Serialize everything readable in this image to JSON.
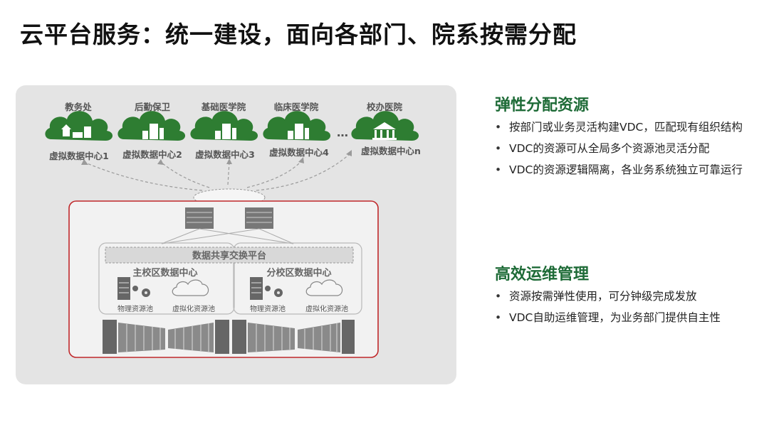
{
  "title": "云平台服务：统一建设，面向各部门、院系按需分配",
  "diagram": {
    "departments": [
      {
        "name": "教务处",
        "vdc": "虚拟数据中心1"
      },
      {
        "name": "后勤保卫",
        "vdc": "虚拟数据中心2"
      },
      {
        "name": "基础医学院",
        "vdc": "虚拟数据中心3"
      },
      {
        "name": "临床医学院",
        "vdc": "虚拟数据中心4"
      },
      {
        "name": "校办医院",
        "vdc": "虚拟数据中心n"
      }
    ],
    "ellipsis": "…",
    "exchange_platform": "数据共享交换平台",
    "centers": [
      {
        "name": "主校区数据中心",
        "physical": "物理资源池",
        "virtual": "虚拟化资源池"
      },
      {
        "name": "分校区数据中心",
        "physical": "物理资源池",
        "virtual": "虚拟化资源池"
      }
    ],
    "colors": {
      "cloud_green": "#2e7d32",
      "frame_red": "#c0282b",
      "panel_bg": "#e4e4e4",
      "heading_green": "#1e6b37"
    }
  },
  "sections": [
    {
      "heading": "弹性分配资源",
      "bullets": [
        "按部门或业务灵活构建VDC，匹配现有组织结构",
        "VDC的资源可从全局多个资源池灵活分配",
        "VDC的资源逻辑隔离，各业务系统独立可靠运行"
      ]
    },
    {
      "heading": "高效运维管理",
      "bullets": [
        "资源按需弹性使用，可分钟级完成发放",
        "VDC自助运维管理，为业务部门提供自主性"
      ]
    }
  ]
}
